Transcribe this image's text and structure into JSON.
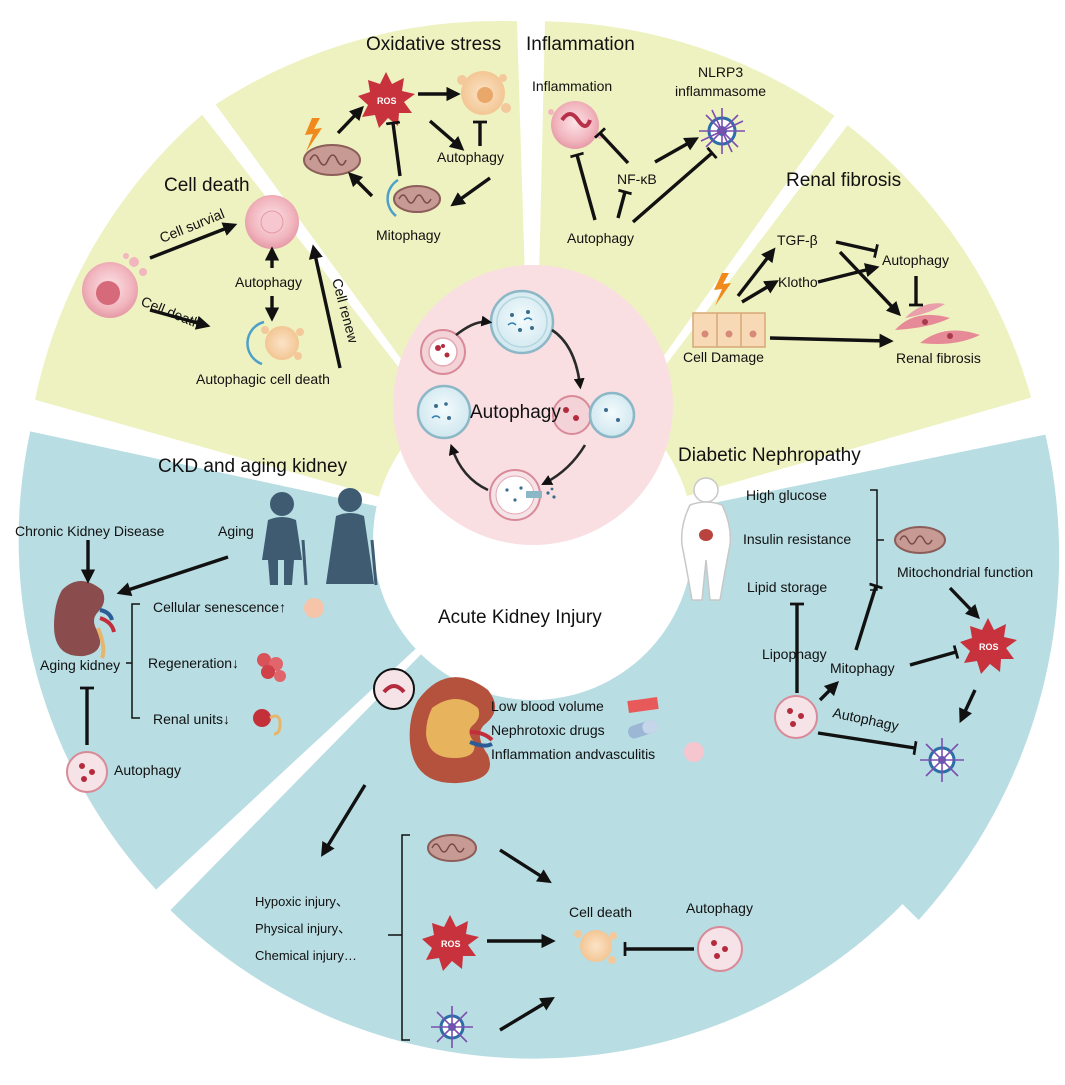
{
  "center": {
    "label": "Autophagy"
  },
  "sections": {
    "oxidative": {
      "title": "Oxidative stress",
      "ros": "ROS",
      "autophagy": "Autophagy",
      "mitophagy": "Mitophagy"
    },
    "inflammation": {
      "title": "Inflammation",
      "inflammation_cell": "Inflammation",
      "nlrp3_line1": "NLRP3",
      "nlrp3_line2": "inflammasome",
      "nfkb": "NF-κB",
      "autophagy": "Autophagy"
    },
    "cell_death": {
      "title": "Cell death",
      "cell_survival": "Cell survial",
      "cell_death_arrow": "Cell death",
      "cell_renew": "Cell renew",
      "autophagy": "Autophagy",
      "autophagic_cell_death": "Autophagic cell death"
    },
    "renal_fibrosis": {
      "title": "Renal fibrosis",
      "tgfb": "TGF-β",
      "klotho": "Klotho",
      "autophagy": "Autophagy",
      "cell_damage": "Cell Damage",
      "renal_fibrosis": "Renal fibrosis"
    },
    "ckd": {
      "title": "CKD and aging kidney",
      "ckd": "Chronic Kidney Disease",
      "aging": "Aging",
      "senescence": "Cellular senescence↑",
      "regeneration": "Regeneration↓",
      "renal_units": "Renal units↓",
      "aging_kidney": "Aging kidney",
      "autophagy": "Autophagy"
    },
    "dn": {
      "title": "Diabetic Nephropathy",
      "high_glucose": "High glucose",
      "insulin": "Insulin resistance",
      "lipid": "Lipid storage",
      "mito_function": "Mitochondrial function",
      "lipophagy": "Lipophagy",
      "mitophagy": "Mitophagy",
      "autophagy": "Autophagy",
      "ros": "ROS"
    },
    "aki": {
      "title": "Acute Kidney Injury",
      "low_blood": "Low blood volume",
      "nephrotoxic": "Nephrotoxic drugs",
      "inflammation_vasc": "Inflammation andvasculitis",
      "hypoxic": "Hypoxic injury、",
      "physical": "Physical injury、",
      "chemical": "Chemical injury…",
      "ros": "ROS",
      "cell_death": "Cell death",
      "autophagy": "Autophagy"
    }
  },
  "colors": {
    "top_sectors": "#eef2c0",
    "bottom_sectors": "#b8dde3",
    "center": "#f9dfe2",
    "ros": "#c7323c",
    "arrow": "#111111"
  }
}
